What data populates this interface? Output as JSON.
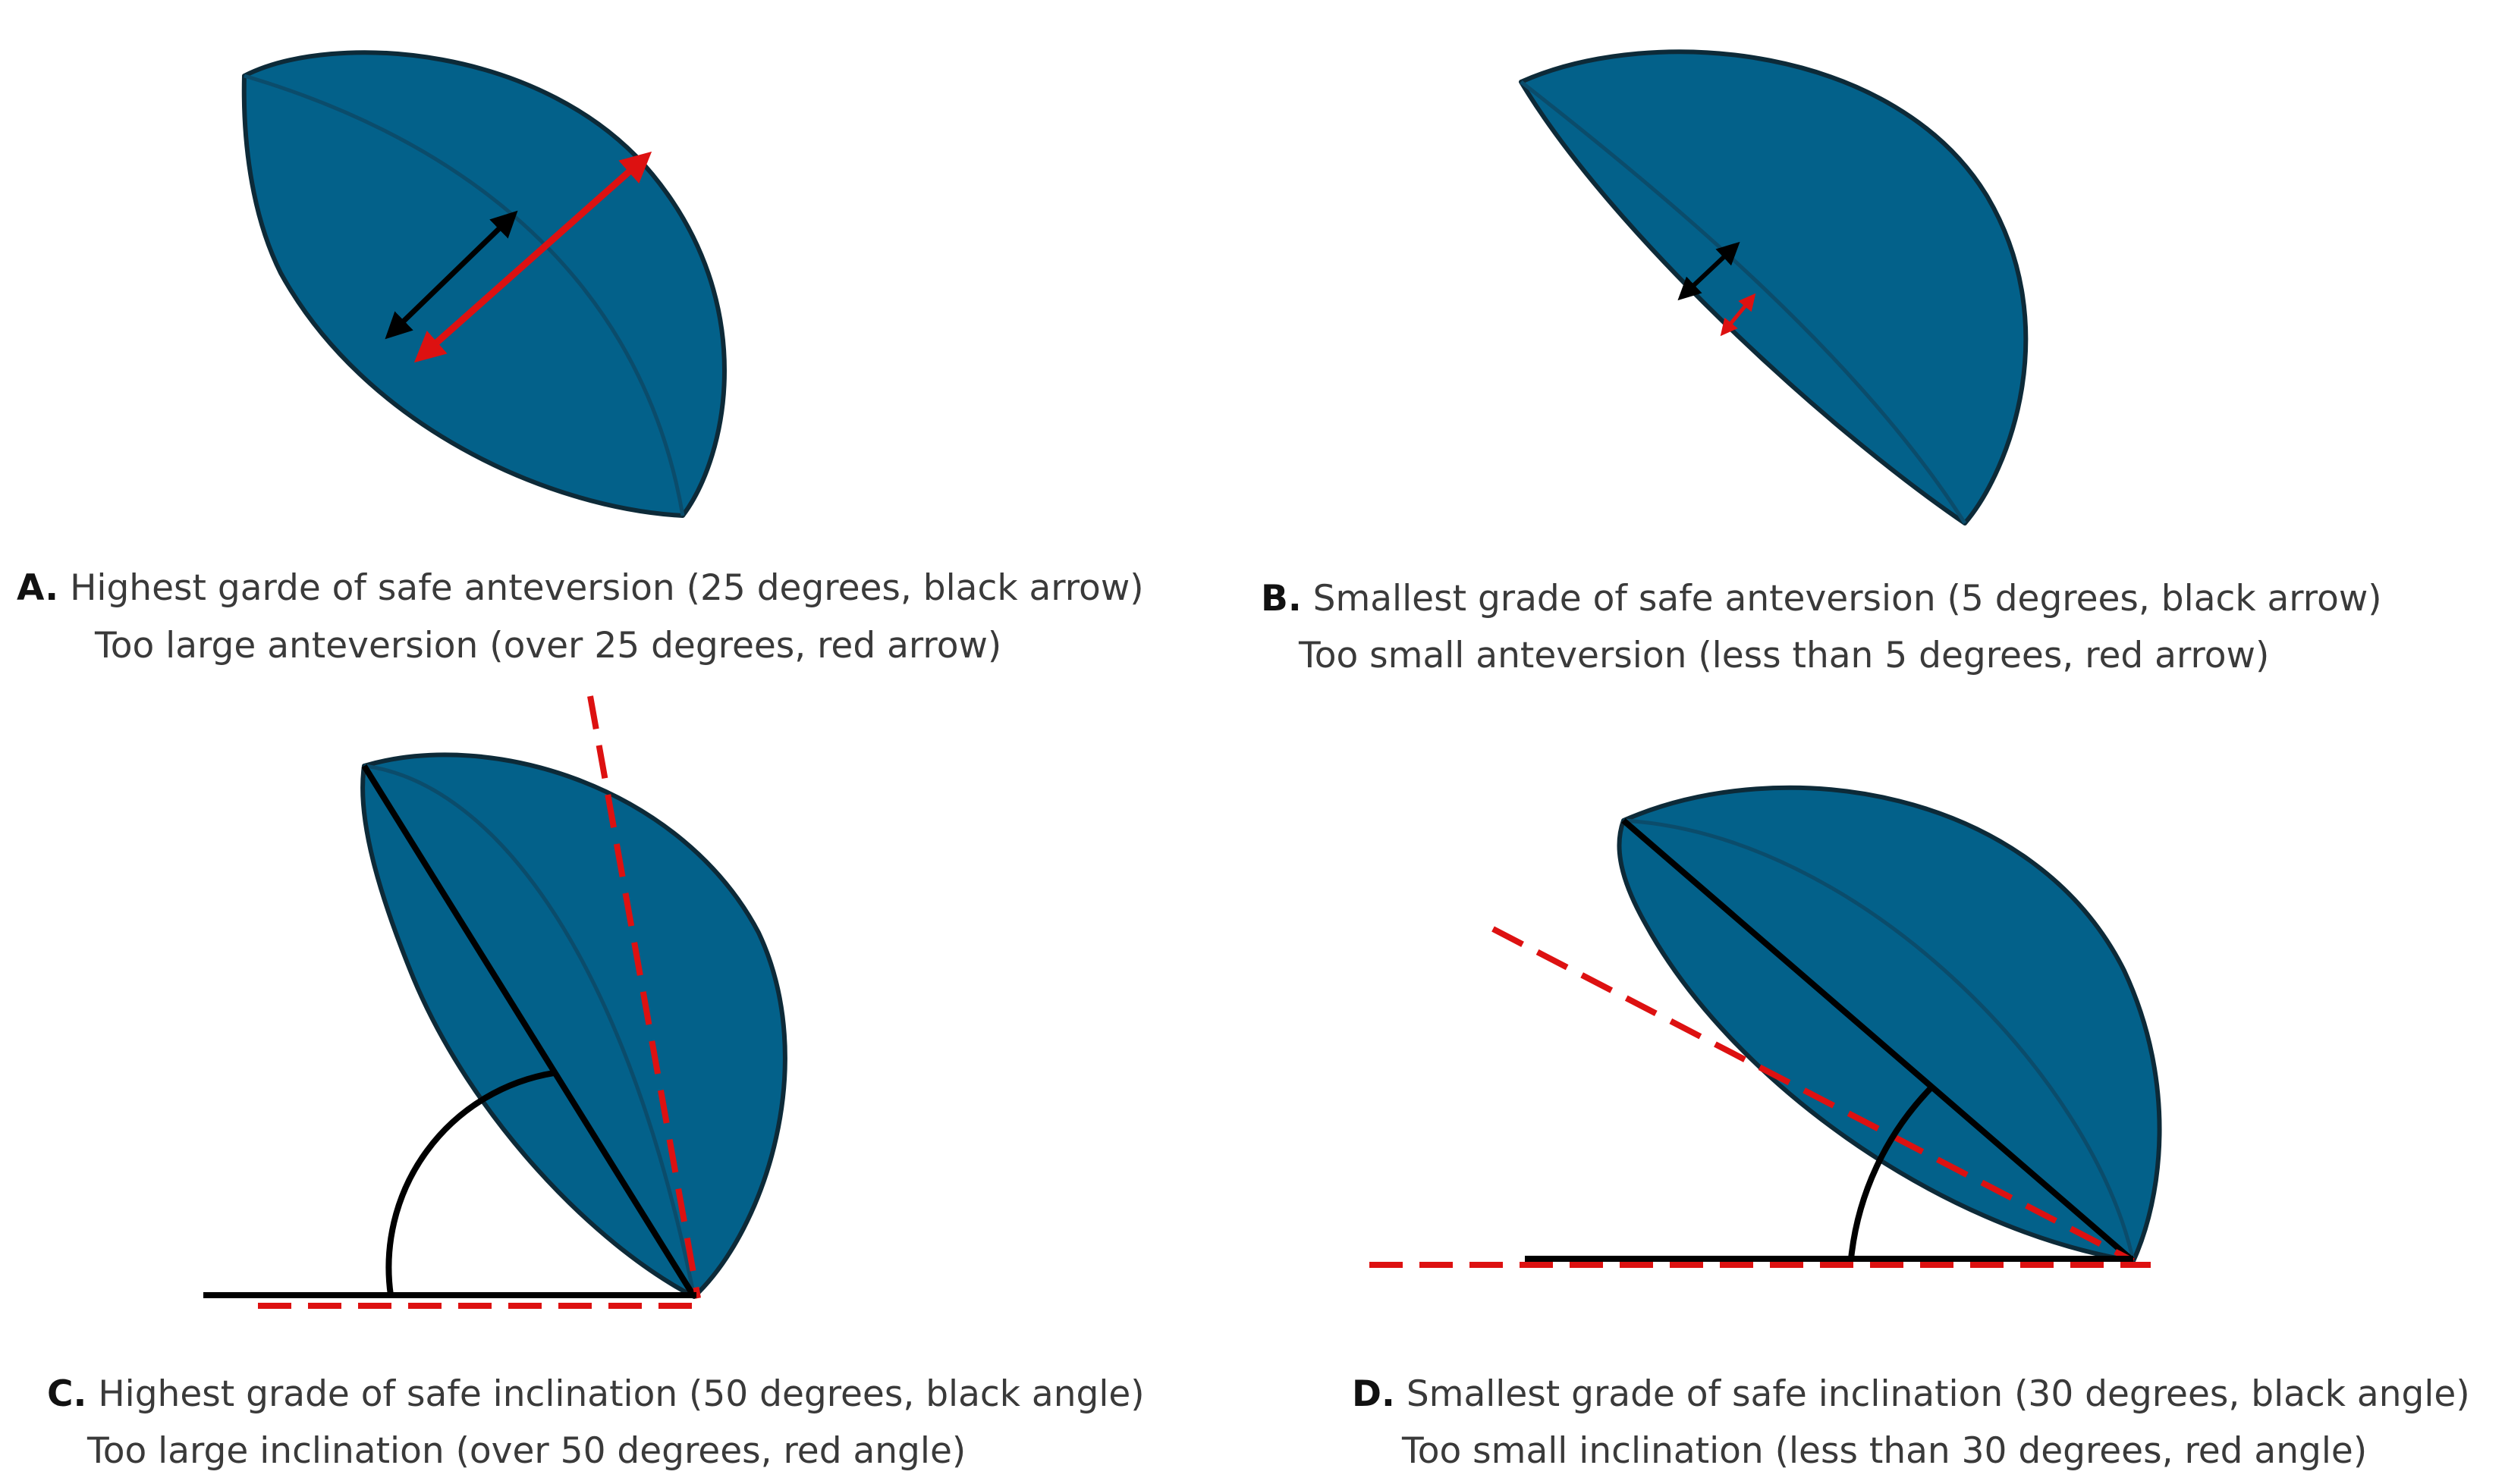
{
  "colors": {
    "shell": "#03618a",
    "outline": "#0d2a38",
    "rim": "#0b4c6b",
    "black": "#000000",
    "red": "#dd1111",
    "caption_text": "#3a3a3a"
  },
  "panels": {
    "a": {
      "letter": "A.",
      "line1": "Highest garde of safe anteversion (25 degrees, black arrow)",
      "line2": "Too large anteversion (over 25 degrees, red arrow)"
    },
    "b": {
      "letter": "B.",
      "line1": "Smallest grade of safe anteversion  (5 degrees, black arrow)",
      "line2": "Too small anteversion (less than 5 degrees, red arrow)"
    },
    "c": {
      "letter": "C.",
      "line1": "Highest grade of safe inclination (50 degrees, black angle)",
      "line2": "Too large inclination (over 50 degrees, red angle)"
    },
    "d": {
      "letter": "D.",
      "line1": "Smallest grade of safe inclination (30 degrees, black angle)",
      "line2": "Too small inclination (less than 30 degrees, red angle)"
    }
  }
}
